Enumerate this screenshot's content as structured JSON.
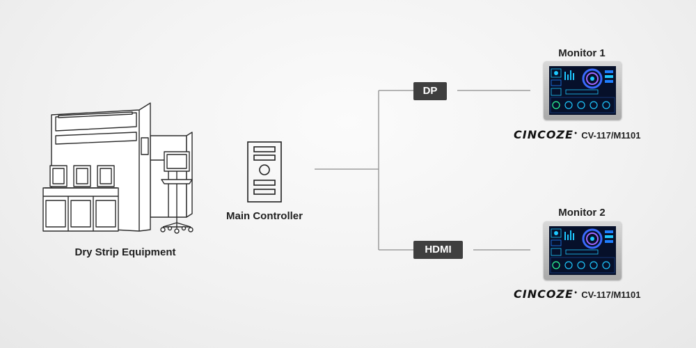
{
  "equipment": {
    "label": "Dry Strip Equipment"
  },
  "controller": {
    "label": "Main Controller"
  },
  "connections": [
    {
      "label": "DP"
    },
    {
      "label": "HDMI"
    }
  ],
  "monitors": [
    {
      "title": "Monitor 1",
      "brand": "CINCOZE",
      "model": "CV-117/M1101"
    },
    {
      "title": "Monitor 2",
      "brand": "CINCOZE",
      "model": "CV-117/M1101"
    }
  ],
  "colors": {
    "line": "#8c8c8c",
    "tag_bg": "#3f3f3f",
    "tag_text": "#ffffff",
    "text": "#1f1f1f",
    "screen_accent": "#1ec8ff"
  },
  "icons": {
    "equipment": "industrial-machine-icon",
    "controller": "server-tower-icon",
    "monitor": "panel-pc-icon"
  }
}
